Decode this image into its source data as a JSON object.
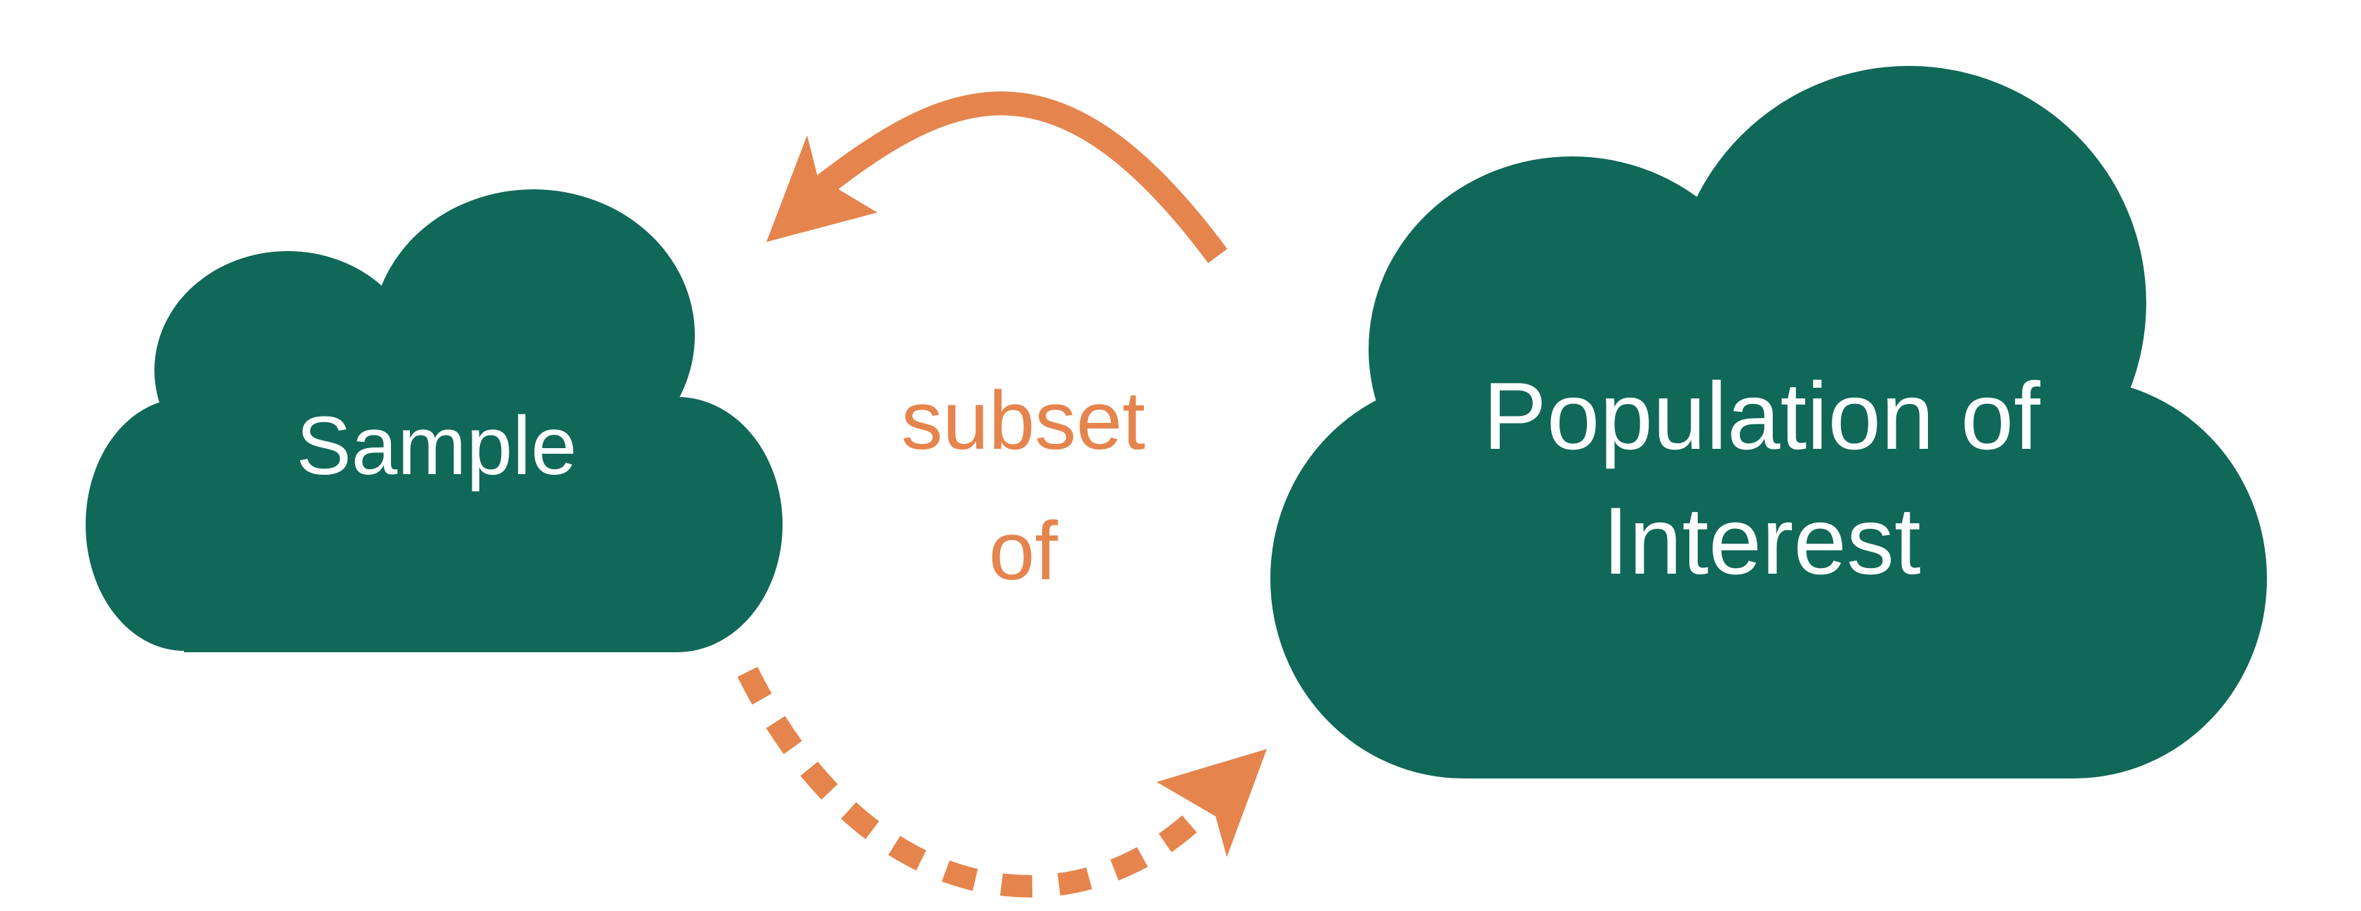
{
  "colors": {
    "cloud": "#106858",
    "arrow": "#e5844c",
    "cloud_text": "#ffffff",
    "background": "#ffffff"
  },
  "sample": {
    "label": "Sample"
  },
  "population": {
    "line1": "Population of",
    "line2": "Interest"
  },
  "relation": {
    "line1": "subset",
    "line2": "of"
  },
  "arrows": {
    "top": {
      "style": "solid",
      "from": "population",
      "to": "sample"
    },
    "bottom": {
      "style": "dashed",
      "from": "sample",
      "to": "population"
    }
  }
}
